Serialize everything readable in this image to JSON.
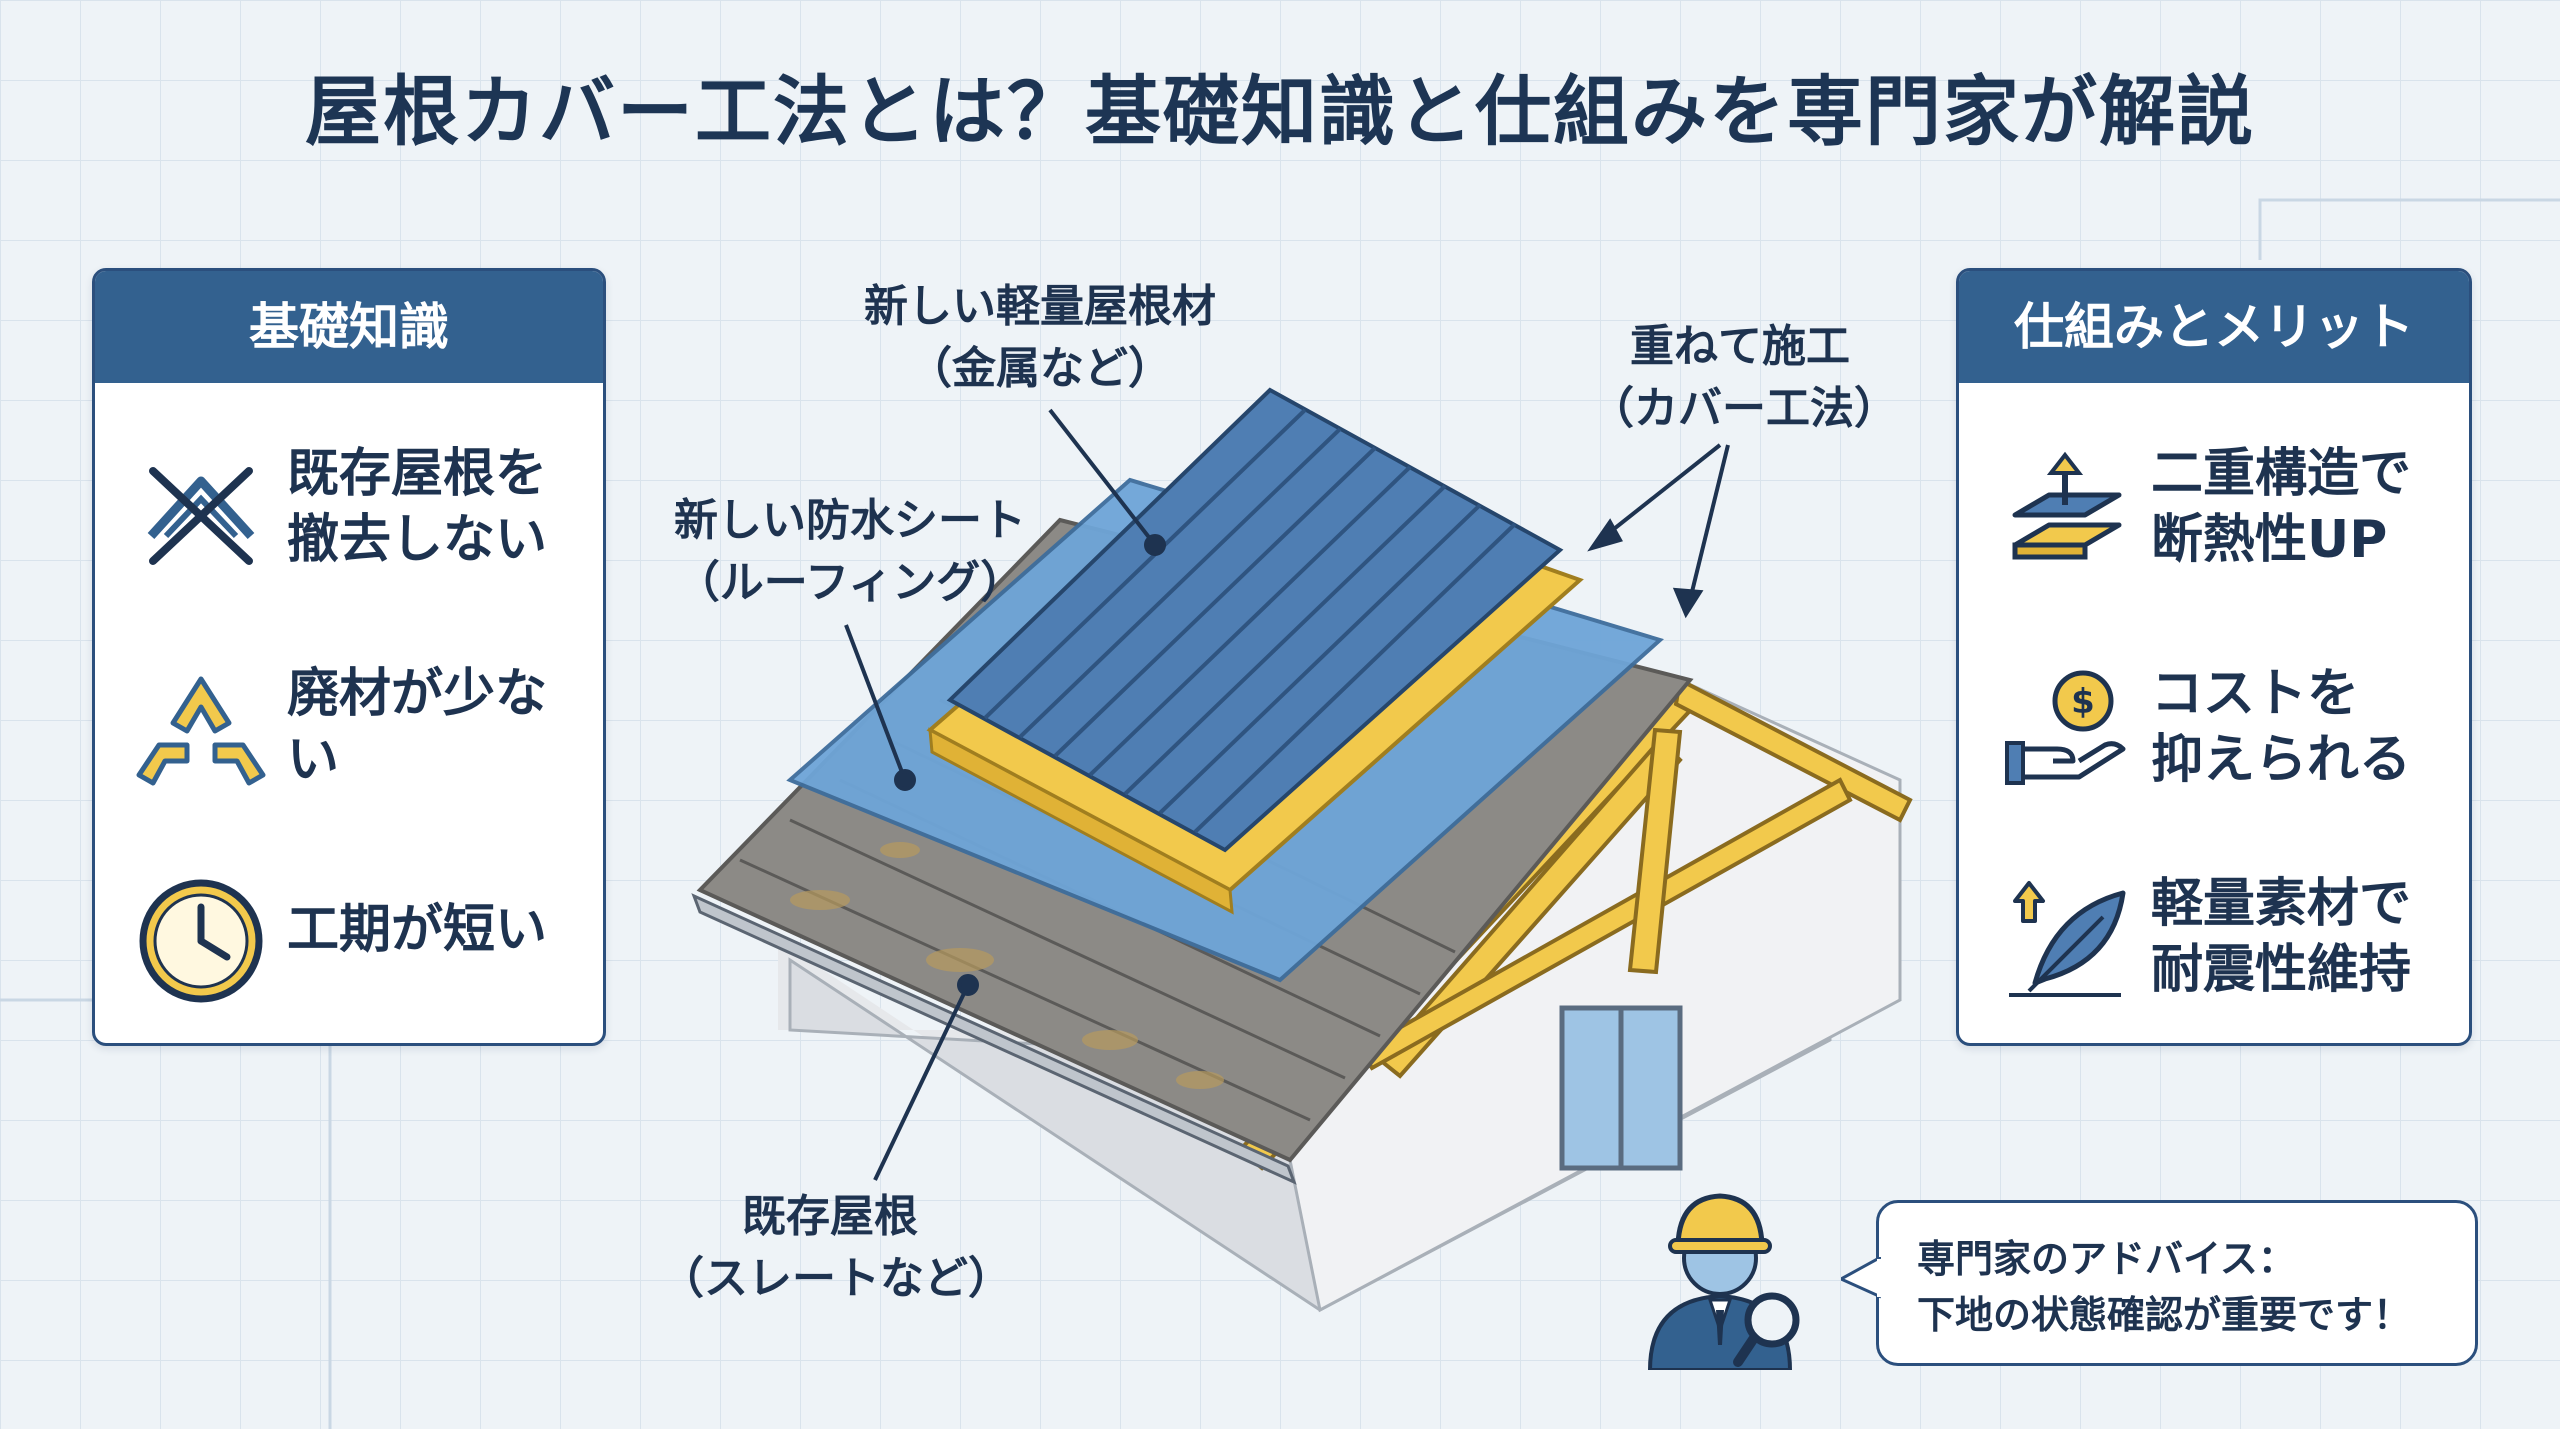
{
  "title": "屋根カバー工法とは？基礎知識と仕組みを専門家が解説",
  "left_panel": {
    "header": "基礎知識",
    "items": [
      {
        "icon": "no-demolition-icon",
        "text_line1": "既存屋根を",
        "text_line2": "撤去しない"
      },
      {
        "icon": "recycle-icon",
        "text_line1": "廃材が少な",
        "text_line2": "い"
      },
      {
        "icon": "clock-icon",
        "text_line1": "工期が短い",
        "text_line2": ""
      }
    ]
  },
  "right_panel": {
    "header": "仕組みとメリット",
    "items": [
      {
        "icon": "double-layer-icon",
        "text_line1": "二重構造で",
        "text_line2": "断熱性UP"
      },
      {
        "icon": "cost-hand-icon",
        "text_line1": "コストを",
        "text_line2": "抑えられる"
      },
      {
        "icon": "feather-icon",
        "text_line1": "軽量素材で",
        "text_line2": "耐震性維持"
      }
    ]
  },
  "labels": {
    "new_roof_line1": "新しい軽量屋根材",
    "new_roof_line2": "（金属など）",
    "overlay_line1": "重ねて施工",
    "overlay_line2": "（カバー工法）",
    "sheet_line1": "新しい防水シート",
    "sheet_line2": "（ルーフィング）",
    "existing_line1": "既存屋根",
    "existing_line2": "（スレートなど）"
  },
  "advice": {
    "line1": "専門家のアドバイス：",
    "line2": "下地の状態確認が重要です！"
  },
  "colors": {
    "navy": "#1e3350",
    "header_blue": "#33618f",
    "metal_blue": "#4f7eb3",
    "insulation_yellow": "#f2c94c",
    "sheet_blue": "#6ea5d8",
    "slate_gray": "#8c8a86"
  }
}
